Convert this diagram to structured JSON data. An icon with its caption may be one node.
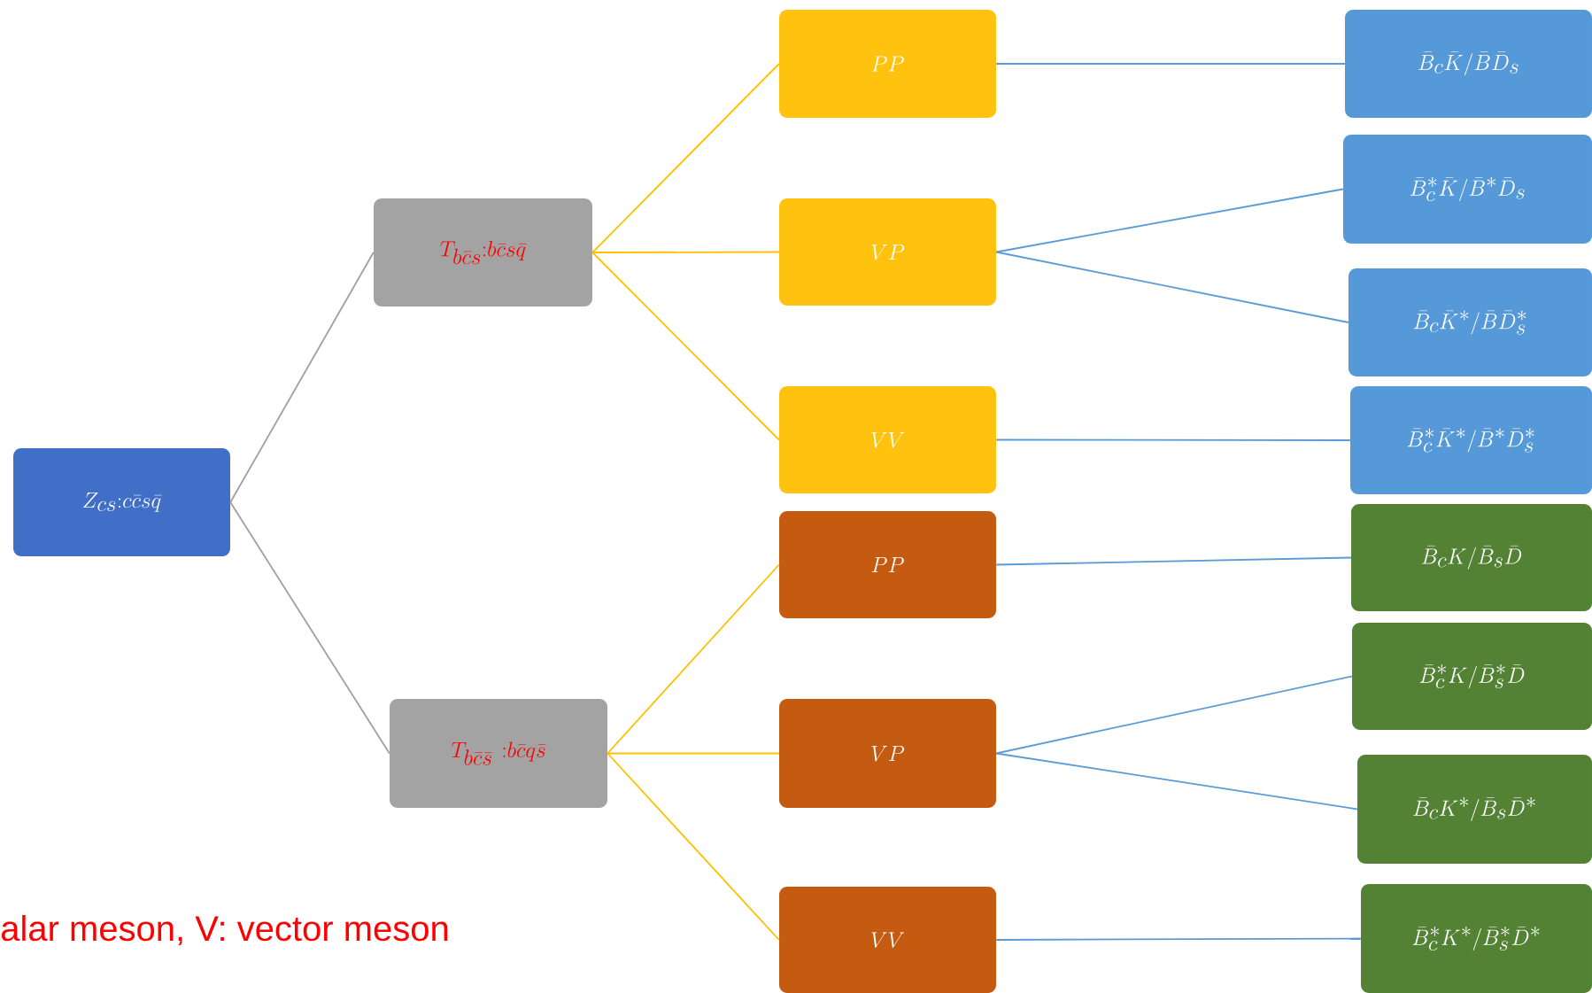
{
  "diagram": {
    "nodes": [
      {
        "text": [
          "Z_{cs}{:}c\\bar{c}s\\bar{q}"
        ]
      },
      {
        "text": [
          "T_{b\\bar{c}s}{:}b\\bar{c}s\\bar{q}"
        ]
      },
      {
        "text": [
          "T_{b\\bar{c}\\bar{s}}\\ {:}b\\bar{c}q\\bar{s}"
        ]
      },
      {
        "text": [
          "PP"
        ]
      },
      {
        "text": [
          "VP"
        ]
      },
      {
        "text": [
          "VV"
        ]
      },
      {
        "text": [
          "PP"
        ]
      },
      {
        "text": [
          "VP"
        ]
      },
      {
        "text": [
          "VV"
        ]
      },
      {
        "text": [
          "\\bar{B}_c\\bar{K}/\\bar{B}\\bar{D}_s"
        ]
      },
      {
        "text": [
          "\\bar{B}_c^*\\bar{K}/\\bar{B}^*\\bar{D}_s"
        ]
      },
      {
        "text": [
          "\\bar{B}_c\\bar{K}^*/\\bar{B}\\bar{D}_s^*"
        ]
      },
      {
        "text": [
          "\\bar{B}_c^*\\bar{K}^*/\\bar{B}^*\\bar{D}_s^*"
        ]
      },
      {
        "text": [
          "\\bar{B}_cK/\\bar{B}_s\\bar{D}"
        ]
      },
      {
        "text": [
          "\\bar{B}_c^*K/\\bar{B}_s^*\\bar{D}"
        ]
      },
      {
        "text": [
          "\\bar{B}_cK^*/\\bar{B}_s\\bar{D}^*"
        ]
      },
      {
        "text": [
          "\\bar{B}_c^*K^*/\\bar{B}_s^*\\bar{D}^*"
        ]
      }
    ],
    "edges": [
      {
        "from": 0,
        "to": 1,
        "arrow": "none",
        "color": "#a0a0a0"
      },
      {
        "from": 0,
        "to": 2,
        "arrow": "none",
        "color": "#a0a0a0"
      },
      {
        "from": 1,
        "to": 3,
        "arrow": "none",
        "color": "#ffc000"
      },
      {
        "from": 1,
        "to": 4,
        "arrow": "none",
        "color": "#ffc000"
      },
      {
        "from": 1,
        "to": 5,
        "arrow": "none",
        "color": "#ffc000"
      },
      {
        "from": 2,
        "to": 6,
        "arrow": "none",
        "color": "#ffc000"
      },
      {
        "from": 2,
        "to": 7,
        "arrow": "none",
        "color": "#ffc000"
      },
      {
        "from": 2,
        "to": 8,
        "arrow": "none",
        "color": "#ffc000"
      },
      {
        "from": 3,
        "to": 9,
        "arrow": "none"
      },
      {
        "from": 4,
        "to": 10,
        "arrow": "none"
      },
      {
        "from": 4,
        "to": 11,
        "arrow": "none"
      },
      {
        "from": 5,
        "to": 12,
        "arrow": "none"
      },
      {
        "from": 6,
        "to": 13,
        "arrow": "none"
      },
      {
        "from": 7,
        "to": 14,
        "arrow": "none"
      },
      {
        "from": 7,
        "to": 15,
        "arrow": "none"
      },
      {
        "from": 8,
        "to": 16,
        "arrow": "none"
      }
    ],
    "labels": [
      "alar meson, V: vector meson"
    ]
  }
}
